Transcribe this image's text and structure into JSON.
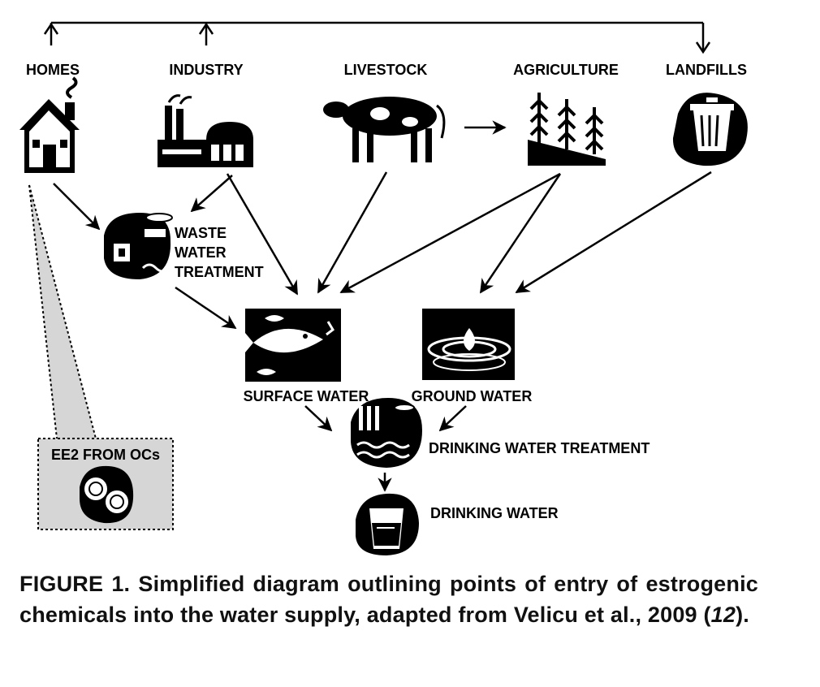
{
  "labels": {
    "homes": "HOMES",
    "industry": "INDUSTRY",
    "livestock": "LIVESTOCK",
    "agriculture": "AGRICULTURE",
    "landfills": "LANDFILLS",
    "waste_1": "WASTE",
    "waste_2": "WATER",
    "waste_3": "TREATMENT",
    "surface_water": "SURFACE WATER",
    "ground_water": "GROUND WATER",
    "drinking_treatment": "DRINKING WATER TREATMENT",
    "drinking_water": "DRINKING WATER",
    "ee2": "EE2 FROM OCs"
  },
  "caption": {
    "prefix": "FIGURE 1. Simplified diagram outlining points of entry of estrogenic chemicals into the water supply, adapted from Velicu et al., 2009 (",
    "ref": "12",
    "suffix": ")."
  },
  "colors": {
    "ink": "#000000",
    "callout_fill": "#d6d6d6"
  }
}
